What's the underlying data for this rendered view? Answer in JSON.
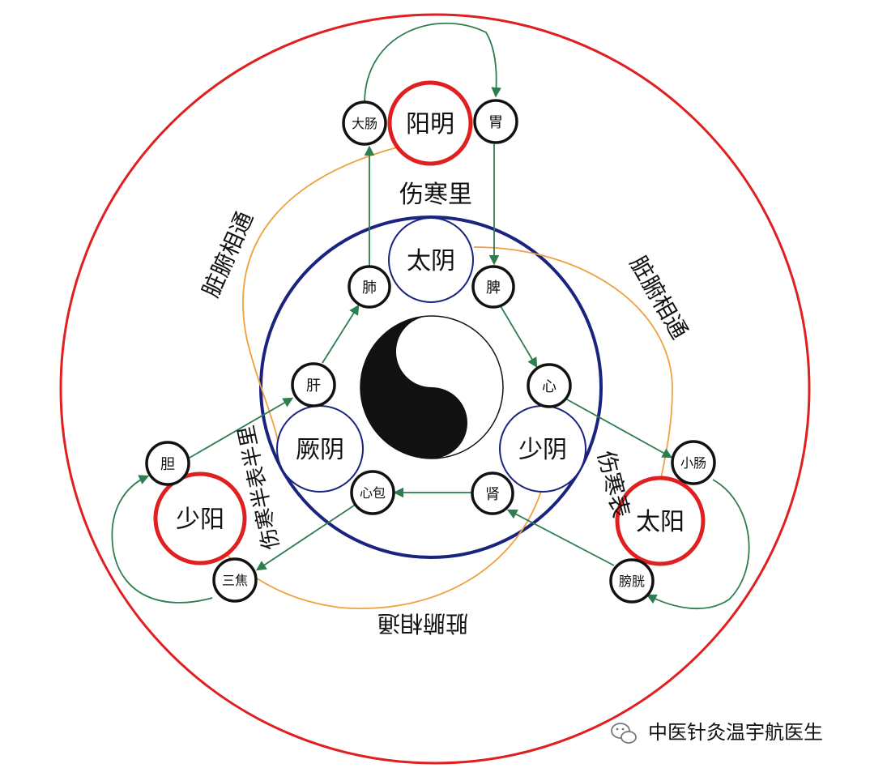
{
  "colors": {
    "outer_ring": "#e02020",
    "inner_ring": "#1a237e",
    "yang_node": "#e02020",
    "yin_node": "#1a237e",
    "organ_node": "#111111",
    "green_arrow": "#2e7d4f",
    "orange_arc": "#f0a040"
  },
  "channels": {
    "yangming": "阳明",
    "taiyin": "太阴",
    "jueyin": "厥阴",
    "shaoyin": "少阴",
    "shaoyang": "少阳",
    "taiyang": "太阳"
  },
  "organs": {
    "large_intestine": "大肠",
    "stomach": "胃",
    "lung": "肺",
    "spleen": "脾",
    "liver": "肝",
    "heart": "心",
    "gallbladder": "胆",
    "pericardium": "心包",
    "kidney": "肾",
    "small_intestine": "小肠",
    "sanjiao": "三焦",
    "bladder": "膀胱"
  },
  "labels": {
    "shanghan_li": "伤寒里",
    "shanghan_biao": "伤寒表",
    "shanghan_banbiao": "伤寒半表半里",
    "zangfu_left": "脏腑相通",
    "zangfu_right": "脏腑相通",
    "zangfu_bottom": "脏腑相通"
  },
  "watermark": "中医针灸温宇航医生",
  "watermark_icon": "wechat-icon"
}
